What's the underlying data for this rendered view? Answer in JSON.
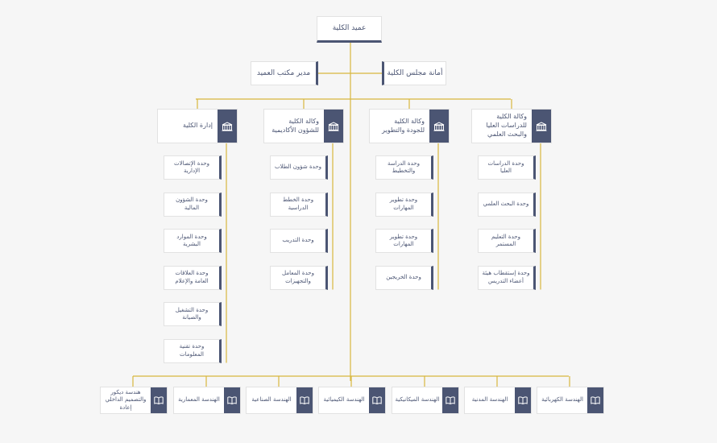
{
  "colors": {
    "navy": "#4b5573",
    "gold": "#d8b73e",
    "background": "#f6f6f6"
  },
  "dean": {
    "label": "عميد الكلية"
  },
  "council_secretariat": {
    "label": "أمانة مجلس الكلية"
  },
  "dean_office_director": {
    "label": "مدير مكتب العميد"
  },
  "vice_deans": [
    {
      "label": "وكالة الكلية للدراسات العليا والبحث العلمي",
      "icon": "building-icon",
      "units": [
        "وحدة الدراسات العليا",
        "وحدة البحث العلمي",
        "وحدة التعليم المستمر",
        "وحدة إستقطاب هيئة أعضاء التدريس"
      ]
    },
    {
      "label": "وكالة الكلية للجودة والتطوير",
      "icon": "building-icon",
      "units": [
        "وحدة الدراسة والتخطيط",
        "وحدة تطوير المهارات",
        "وحدة تطوير المهارات",
        "وحدة الخريجين"
      ]
    },
    {
      "label": "وكالة الكلية للشؤون الأكاديمية",
      "icon": "building-icon",
      "units": [
        "وحدة شؤون الطلاب",
        "وحدة الخطط الدراسية",
        "وحدة التدريب",
        "وحدة المعامل والتجهيزات"
      ]
    },
    {
      "label": "إدارة الكلية",
      "icon": "building-icon",
      "units": [
        "وحدة الإتصالات الإدارية",
        "وحدة الشؤون المالية",
        "وحدة الموارد البشرية",
        "وحدة العلاقات العامة والإعلام",
        "وحدة التشغيل والصيانة",
        "وحدة تقنية المعلومات"
      ]
    }
  ],
  "departments": [
    {
      "label": "الهندسة الكهربائية",
      "icon": "book-icon"
    },
    {
      "label": "الهندسة المدنية",
      "icon": "book-icon"
    },
    {
      "label": "الهندسة الميكانيكية",
      "icon": "book-icon"
    },
    {
      "label": "الهندسة الكيميائية",
      "icon": "book-icon"
    },
    {
      "label": "الهندسة الصناعية",
      "icon": "book-icon"
    },
    {
      "label": "الهندسة المعمارية",
      "icon": "book-icon"
    },
    {
      "label": "هندسة ديكور والتصميم الداخلي إعادة",
      "icon": "book-icon"
    }
  ]
}
